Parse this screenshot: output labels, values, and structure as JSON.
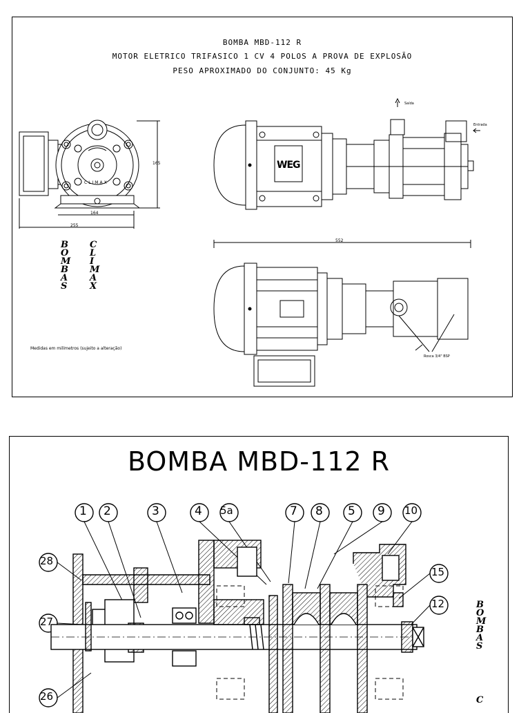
{
  "sheet1": {
    "title_line1": "BOMBA MBD-112 R",
    "title_line2": "MOTOR ELETRICO TRIFASICO 1 CV 4 POLOS A PROVA DE EXPLOSÃO",
    "title_line3": "PESO APROXIMADO DO CONJUNTO: 45 Kg",
    "label_saida": "Saída",
    "label_entrada": "Entrada",
    "dim_165": "165",
    "dim_164": "164",
    "dim_255": "255",
    "dim_552": "552",
    "rosca": "Rosca 3/4\" BSP",
    "note": "Medidas em milímetros (sujeito a alteração)",
    "climax_badge": "CLIMAX",
    "weg_logo": "WEG",
    "vert_bombas": [
      "B",
      "O",
      "M",
      "B",
      "A",
      "S"
    ],
    "vert_climax": [
      "C",
      "L",
      "I",
      "M",
      "A",
      "X"
    ]
  },
  "sheet2": {
    "title": "BOMBA MBD-112 R",
    "top_callouts": [
      "1",
      "2",
      "3",
      "4",
      "5a",
      "7",
      "8",
      "5",
      "9",
      "10"
    ],
    "side_callouts": [
      "28",
      "27",
      "26",
      "15",
      "12"
    ],
    "vert_bombas": [
      "B",
      "O",
      "M",
      "B",
      "A",
      "S"
    ],
    "vert_c": "C"
  }
}
